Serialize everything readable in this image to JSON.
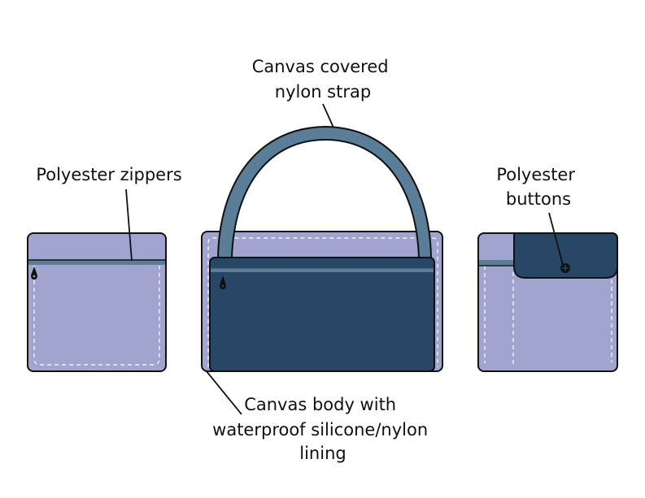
{
  "title": "Bag construction diagram",
  "colors": {
    "body_light": "#a0a4cf",
    "pocket_dark": "#284766",
    "strap": "#5a7d98",
    "outline": "#111111",
    "stitch": "#ffffff"
  },
  "labels": {
    "strap": [
      "Canvas covered",
      "nylon strap"
    ],
    "zippers": [
      "Polyester zippers"
    ],
    "buttons": [
      "Polyester",
      "buttons"
    ],
    "body": [
      "Canvas body with",
      "waterproof silicone/nylon",
      "lining"
    ]
  },
  "parts": {
    "left_view": "Side panel with zipper",
    "center_view": "Bag front with strap and zip pocket",
    "right_view": "Side panel with button flap"
  }
}
